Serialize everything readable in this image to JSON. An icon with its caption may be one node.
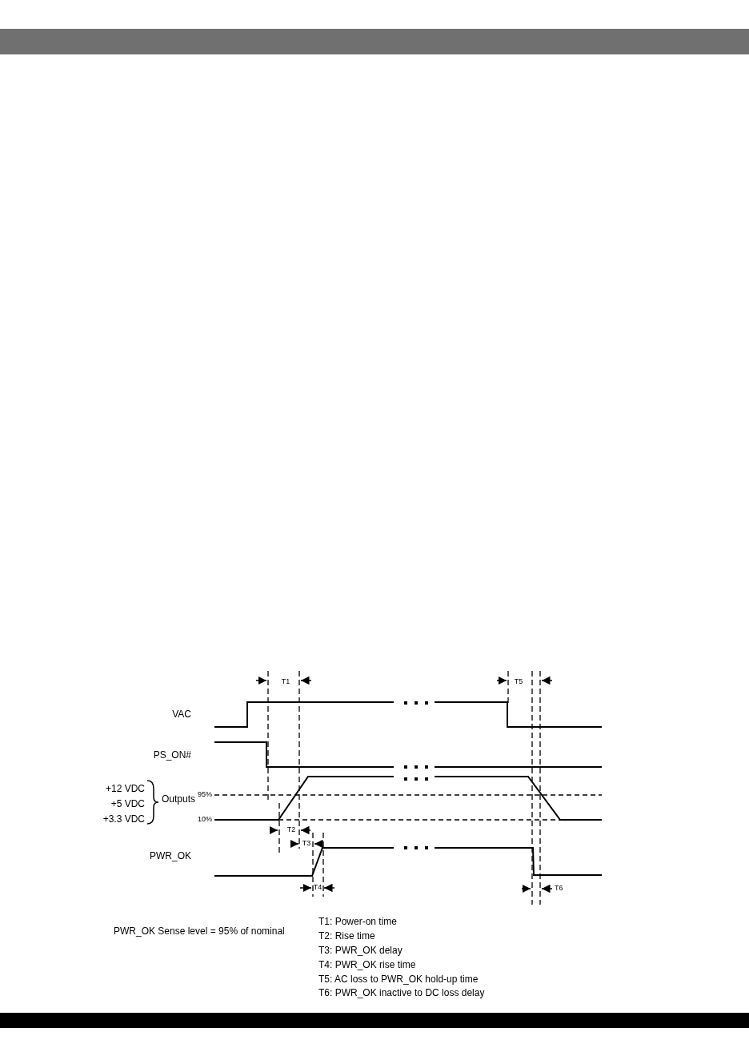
{
  "diagram": {
    "labels": [
      "T1",
      "T5",
      "VAC",
      "PS_ON#",
      "+12 VDC",
      "Outputs",
      "95%",
      "+5 VDC",
      "+3.3 VDC",
      "10%",
      "T2",
      "T3",
      "PWR_OK",
      "T4",
      "T6",
      "PWR_OK Sense level = 95% of nominal",
      "T1: Power-on time",
      "T2: Rise time",
      "T3: PWR_OK delay",
      "T4: PWR_OK rise time",
      "T5: AC loss to PWR_OK hold-up time",
      "T6: PWR_OK inactive to DC loss delay"
    ]
  }
}
